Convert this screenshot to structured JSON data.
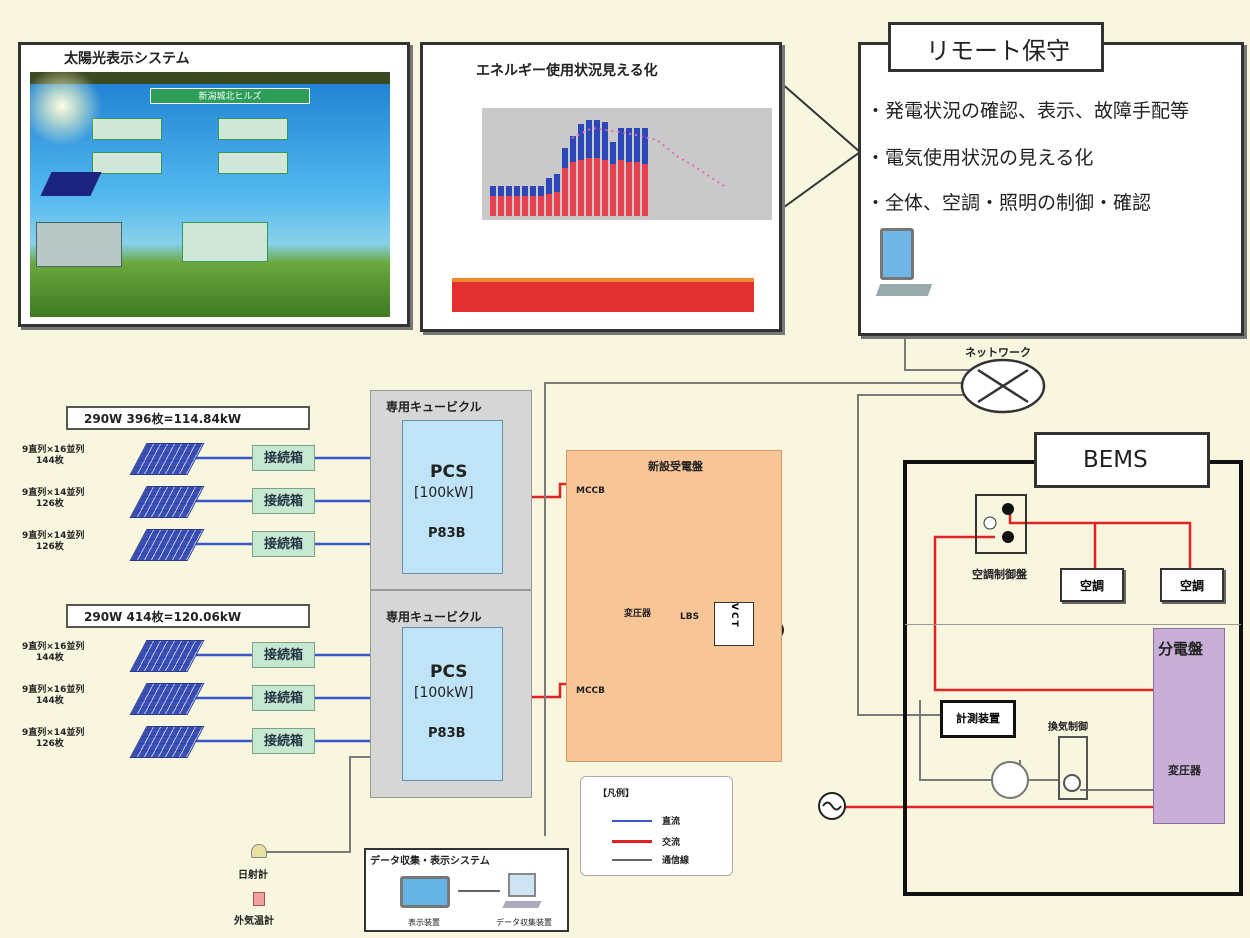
{
  "monitor": {
    "title": "太陽光表示システム",
    "banner": "新潟城北ヒルズ"
  },
  "energy": {
    "title": "エネルギー使用状況見える化"
  },
  "remote": {
    "title": "リモート保守",
    "items": [
      "・発電状況の確認、表示、故障手配等",
      "・電気使用状況の見える化",
      "・全体、空調・照明の制御・確認"
    ]
  },
  "network": {
    "label": "ネットワーク"
  },
  "array1": {
    "header": "290W 396枚=114.84kW",
    "rows": [
      {
        "line1": "9直列×16並列",
        "line2": "144枚"
      },
      {
        "line1": "9直列×14並列",
        "line2": "126枚"
      },
      {
        "line1": "9直列×14並列",
        "line2": "126枚"
      }
    ]
  },
  "array2": {
    "header": "290W 414枚=120.06kW",
    "rows": [
      {
        "line1": "9直列×16並列",
        "line2": "144枚"
      },
      {
        "line1": "9直列×16並列",
        "line2": "144枚"
      },
      {
        "line1": "9直列×14並列",
        "line2": "126枚"
      }
    ]
  },
  "junction_label": "接続箱",
  "cubicle_label": "専用キュービクル",
  "pcs": {
    "name": "PCS",
    "rating": "[100kW]",
    "sub": "P83B"
  },
  "substation": {
    "title": "新設受電盤",
    "mccb": "MCCB",
    "transformer": "変圧器",
    "lbs": "LBS",
    "vct": "VCT"
  },
  "legend": {
    "title": "【凡例】",
    "items": [
      "直流",
      "交流",
      "通信線"
    ],
    "colors": [
      "#3a56c8",
      "#e02424",
      "#666666"
    ]
  },
  "data_system": {
    "title": "データ収集・表示システム",
    "display_label": "表示装置",
    "collector_label": "データ収集装置"
  },
  "sensors": {
    "irradiance": "日射計",
    "temperature": "外気温計"
  },
  "bems": {
    "title": "BEMS",
    "ac_panel": "空調制御盤",
    "ac_unit": "空調",
    "dist_panel": "分電盤",
    "meter": "計測装置",
    "vent": "換気制御",
    "transformer": "変圧器"
  }
}
